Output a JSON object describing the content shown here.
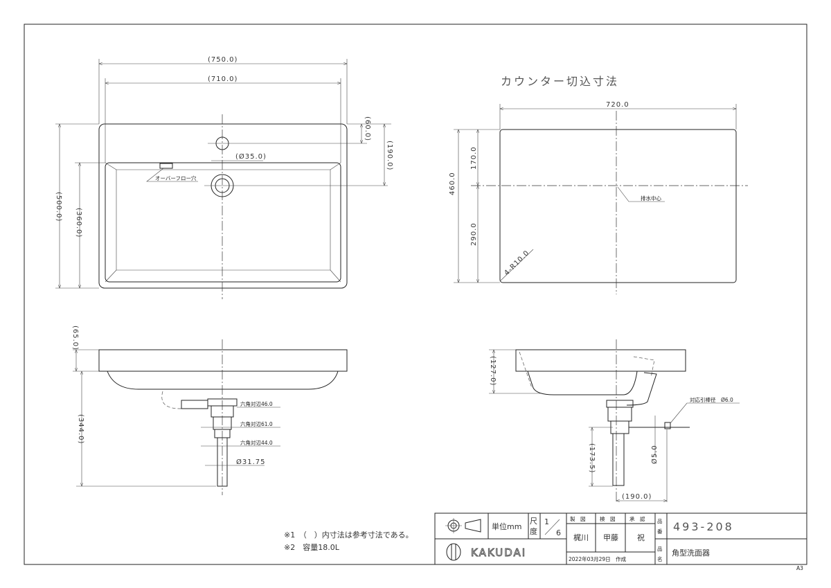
{
  "plan_view": {
    "overall_width": "(750.0)",
    "bowl_width": "(710.0)",
    "faucet_offset": "(60.0)",
    "drain_offset": "(190.0)",
    "faucet_hole": "(Ø35.0)",
    "overall_depth": "(500.0)",
    "bowl_depth": "(360.0)",
    "overflow_label": "オーバーフロー穴"
  },
  "counter_cutout": {
    "title": "カウンター切込寸法",
    "width": "720.0",
    "depth": "460.0",
    "front_to_drain": "170.0",
    "drain_to_back": "290.0",
    "corner_radius": "4-R10.0",
    "drain_center_label": "排水中心"
  },
  "front_view": {
    "rim_height": "(65.0)",
    "total_height": "(344.0)",
    "hex1": "六角対辺46.0",
    "hex2": "六角対辺61.0",
    "hex3": "六角対辺44.0",
    "pipe_dia": "Ø31.75"
  },
  "side_view": {
    "bowl_height": "(127.0)",
    "pipe_length": "(173.5)",
    "rod_dia": "Ø5.0",
    "rod_offset": "(190.0)",
    "pull_rod_label": "対応引棒径　Ø6.0"
  },
  "notes": [
    "※1　（　）内寸法は参考寸法である。",
    "※2　容量18.0L"
  ],
  "title_block": {
    "unit": "単位mm",
    "scale_label_1": "尺",
    "scale_label_2": "度",
    "scale_num": "1",
    "scale_den": "6",
    "drawn_label": "製　図",
    "checked_label": "検　図",
    "approved_label": "承　認",
    "drawn_by": "梶川",
    "checked_by": "甲藤",
    "approved_by": "祝",
    "date": "2022年03月29日　作成",
    "part_no_label_1": "品",
    "part_no_label_2": "番",
    "part_no": "493-208",
    "part_name_label_1": "品",
    "part_name_label_2": "名",
    "part_name": "角型洗面器",
    "logo": "KAKUDAI"
  },
  "sheet_size": "A3"
}
